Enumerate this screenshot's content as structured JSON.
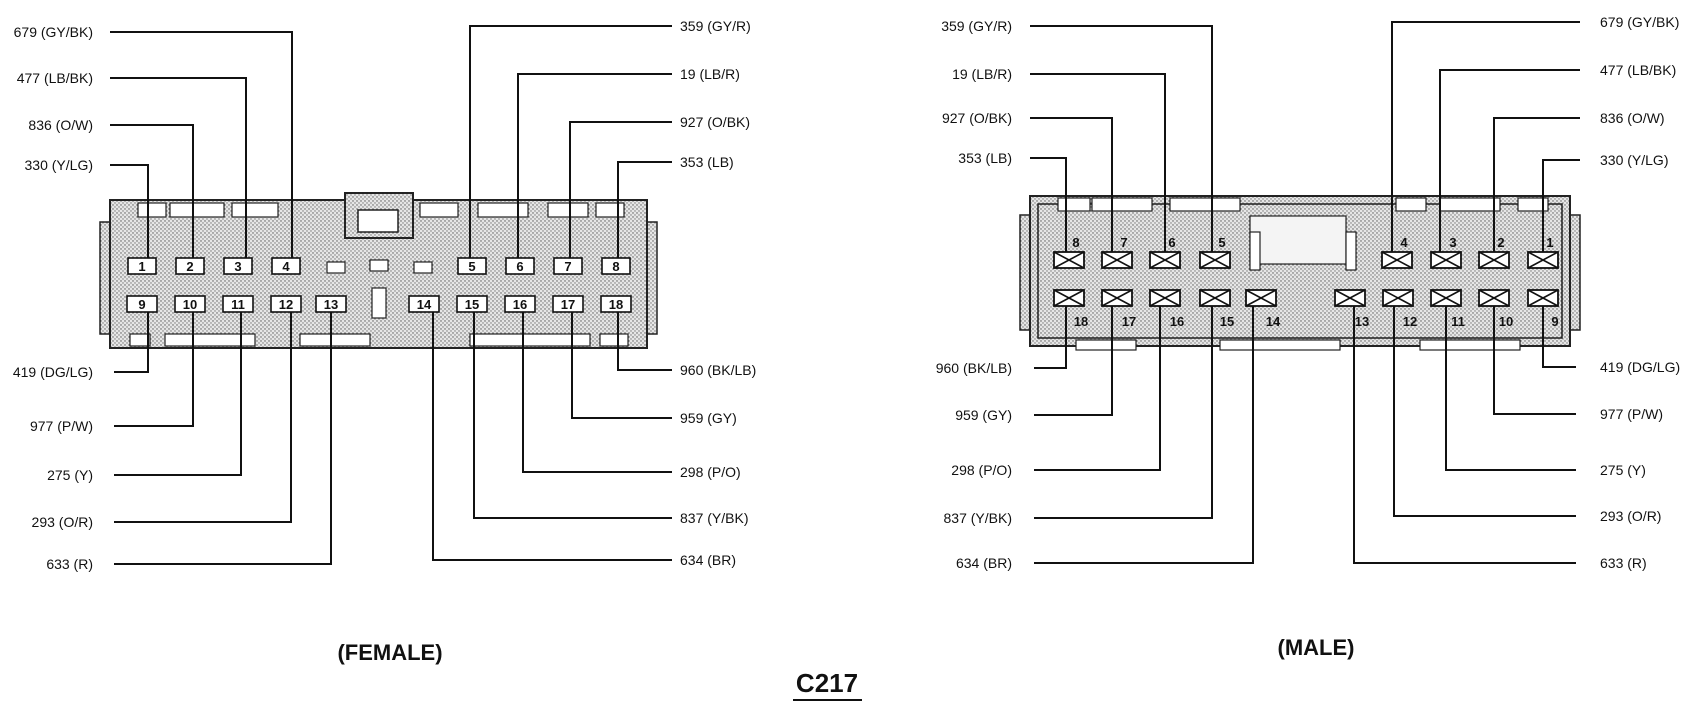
{
  "title": "C217",
  "female": {
    "caption": "(FEMALE)",
    "pins_top": [
      "1",
      "2",
      "3",
      "4",
      "5",
      "6",
      "7",
      "8"
    ],
    "pins_bottom": [
      "9",
      "10",
      "11",
      "12",
      "13",
      "14",
      "15",
      "16",
      "17",
      "18"
    ],
    "wires_left": [
      "679 (GY/BK)",
      "477 (LB/BK)",
      "836 (O/W)",
      "330 (Y/LG)",
      "419 (DG/LG)",
      "977 (P/W)",
      "275 (Y)",
      "293 (O/R)",
      "633 (R)"
    ],
    "wires_right": [
      "359 (GY/R)",
      "19 (LB/R)",
      "927 (O/BK)",
      "353 (LB)",
      "960 (BK/LB)",
      "959 (GY)",
      "298 (P/O)",
      "837 (Y/BK)",
      "634 (BR)"
    ]
  },
  "male": {
    "caption": "(MALE)",
    "pins_top": [
      "8",
      "7",
      "6",
      "5",
      "4",
      "3",
      "2",
      "1"
    ],
    "pins_bottom": [
      "18",
      "17",
      "16",
      "15",
      "14",
      "13",
      "12",
      "11",
      "10",
      "9"
    ],
    "wires_left": [
      "359 (GY/R)",
      "19 (LB/R)",
      "927 (O/BK)",
      "353 (LB)",
      "960 (BK/LB)",
      "959 (GY)",
      "298 (P/O)",
      "837 (Y/BK)",
      "634 (BR)"
    ],
    "wires_right": [
      "679 (GY/BK)",
      "477 (LB/BK)",
      "836 (O/W)",
      "330 (Y/LG)",
      "419 (DG/LG)",
      "977 (P/W)",
      "275 (Y)",
      "293 (O/R)",
      "633 (R)"
    ]
  }
}
